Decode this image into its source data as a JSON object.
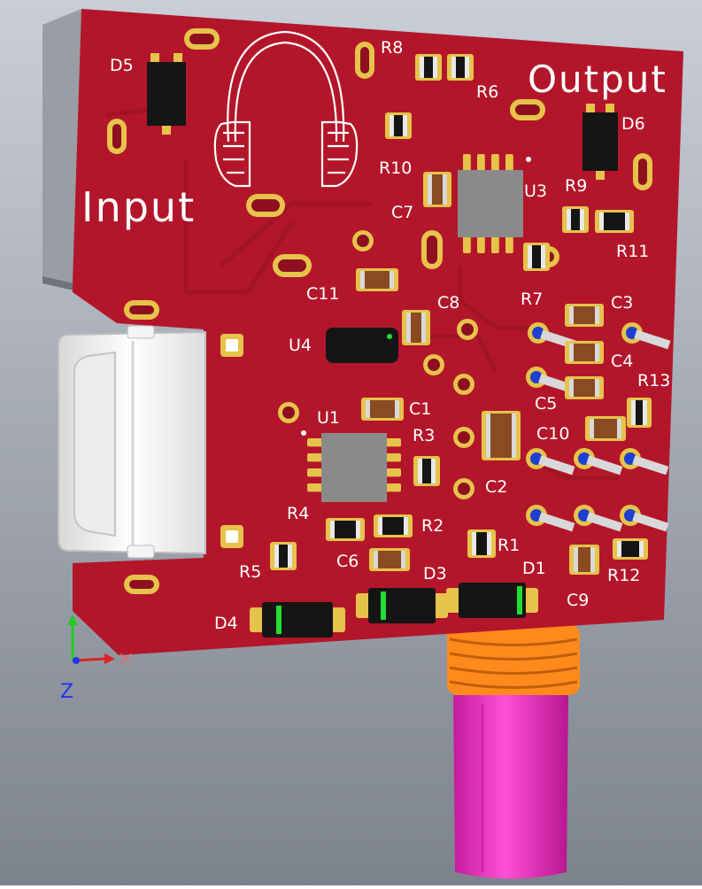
{
  "view": {
    "colors": {
      "background_top": "#c9ced8",
      "background_bottom": "#7d838d",
      "pcb": "#b3162a",
      "pcb_dark": "#8e0f20",
      "copper_pad": "#e6c34a",
      "silkscreen": "#ffffff",
      "connector": "#f2f2f2",
      "knob": "#ff33cc",
      "thread": "#ff8a1c",
      "ic_body": "#8a8a8a",
      "component_black": "#151515",
      "cap_brown": "#8a4a22",
      "indicator_green": "#22dd33"
    },
    "axes": {
      "z_label": "Z"
    }
  },
  "board": {
    "labels": {
      "input": "Input",
      "output": "Output"
    },
    "icons": [
      "headphones-icon"
    ],
    "designators": [
      "D5",
      "R8",
      "R6",
      "D6",
      "R10",
      "U3",
      "R9",
      "C7",
      "R11",
      "C11",
      "R7",
      "C8",
      "C3",
      "U4",
      "C4",
      "R13",
      "C5",
      "U1",
      "C1",
      "C10",
      "R3",
      "C2",
      "R4",
      "R2",
      "R1",
      "R5",
      "C6",
      "D3",
      "D1",
      "R12",
      "C9",
      "D4"
    ]
  }
}
